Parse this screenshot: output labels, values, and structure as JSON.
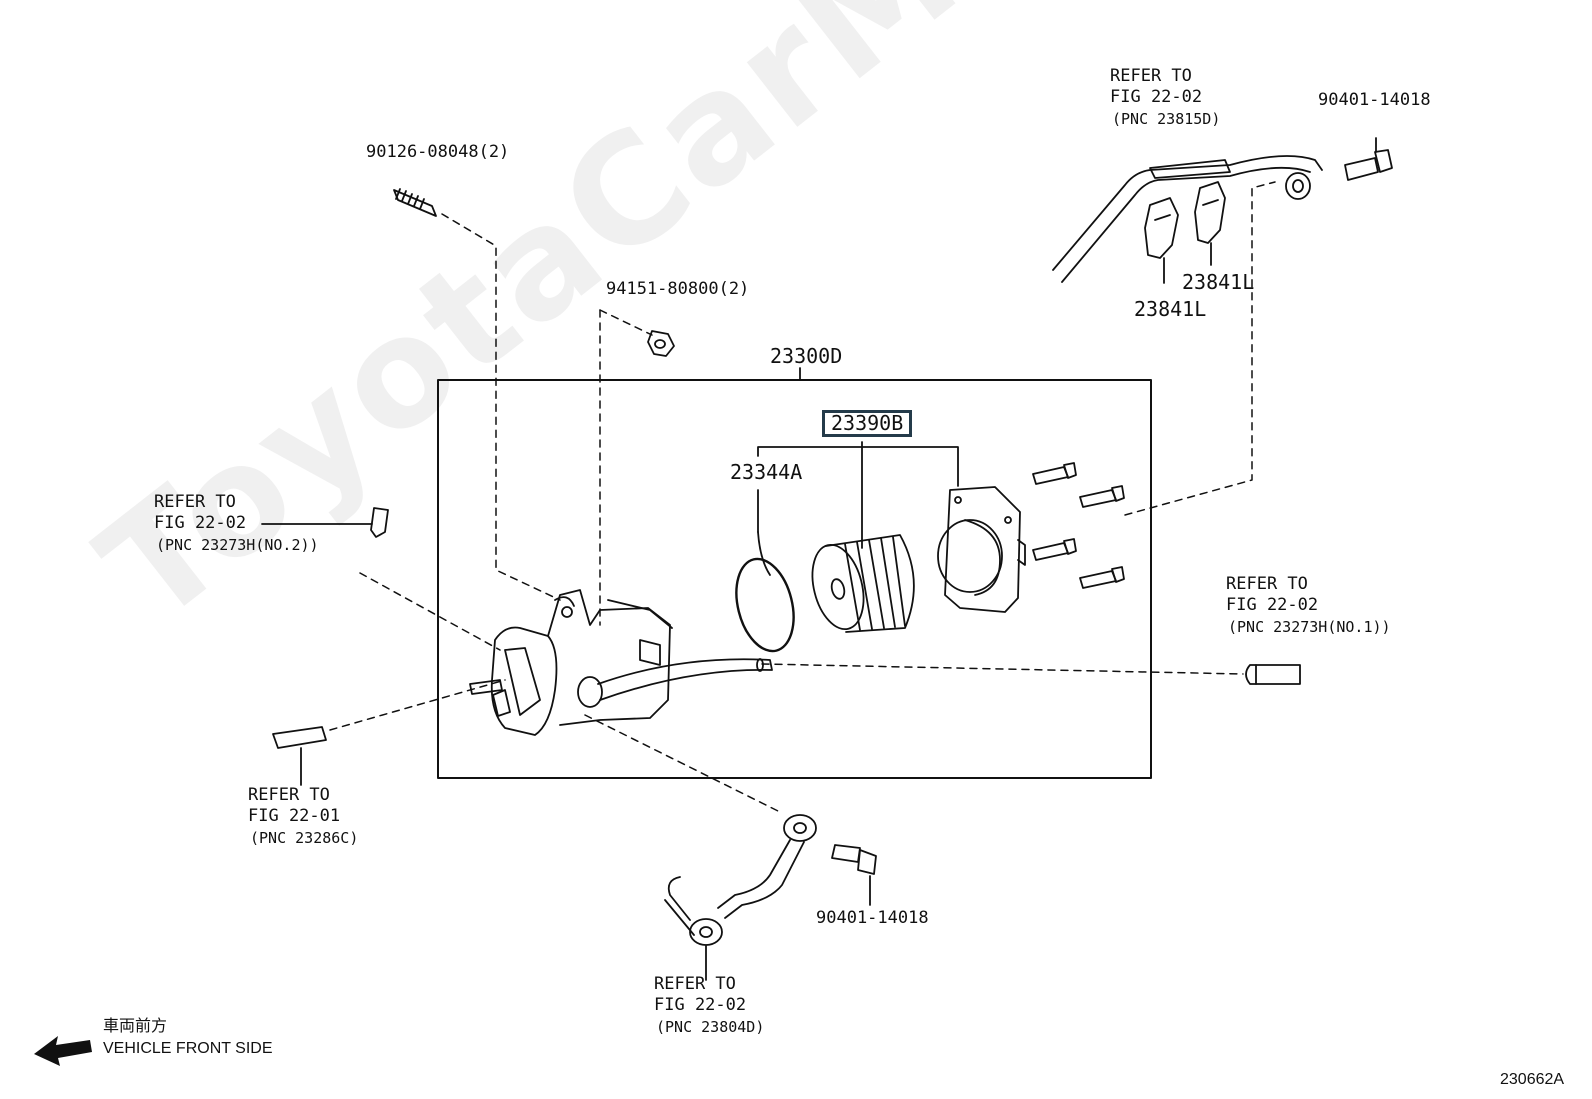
{
  "watermark": "ToyotaCarMine.ru",
  "figure_id": "230662A",
  "parts": {
    "stud": "90126-08048(2)",
    "nut": "94151-80800(2)",
    "assembly": "23300D",
    "filter_kit": "23390B",
    "gasket": "23344A",
    "clamp_a": "23841L",
    "clamp_b": "23841L",
    "union_bolt_top": "90401-14018",
    "union_bolt_bottom": "90401-14018"
  },
  "refs": {
    "top": {
      "line1": "REFER TO",
      "line2": "FIG 22-02",
      "line3": "(PNC 23815D)"
    },
    "left": {
      "line1": "REFER TO",
      "line2": "FIG 22-02",
      "line3": "(PNC 23273H(NO.2))"
    },
    "right": {
      "line1": "REFER TO",
      "line2": "FIG 22-02",
      "line3": "(PNC 23273H(NO.1))"
    },
    "bottom_left": {
      "line1": "REFER TO",
      "line2": "FIG 22-01",
      "line3": "(PNC 23286C)"
    },
    "bottom": {
      "line1": "REFER TO",
      "line2": "FIG 22-02",
      "line3": "(PNC 23804D)"
    }
  },
  "direction": {
    "jp": "車両前方",
    "en": "VEHICLE FRONT SIDE"
  },
  "colors": {
    "line": "#111111",
    "box_border": "#243b4a",
    "watermark": "#ebebeb"
  }
}
